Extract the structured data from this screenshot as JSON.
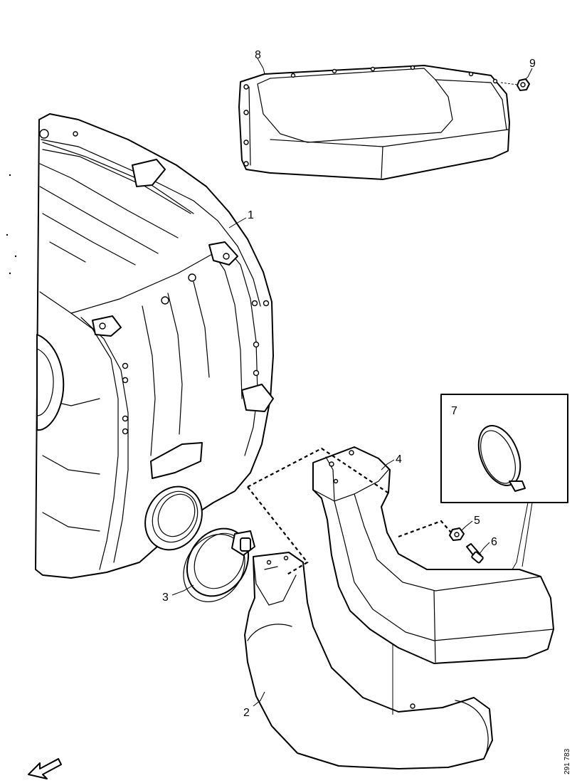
{
  "diagram": {
    "callouts": [
      {
        "id": "1",
        "label": "1"
      },
      {
        "id": "2",
        "label": "2"
      },
      {
        "id": "3",
        "label": "3"
      },
      {
        "id": "4",
        "label": "4"
      },
      {
        "id": "5",
        "label": "5"
      },
      {
        "id": "6",
        "label": "6"
      },
      {
        "id": "7",
        "label": "7"
      },
      {
        "id": "8",
        "label": "8"
      },
      {
        "id": "9",
        "label": "9"
      }
    ],
    "reference_number": "291 783",
    "detail_box_callout": "7",
    "icons": [
      "direction-arrow-icon"
    ]
  }
}
